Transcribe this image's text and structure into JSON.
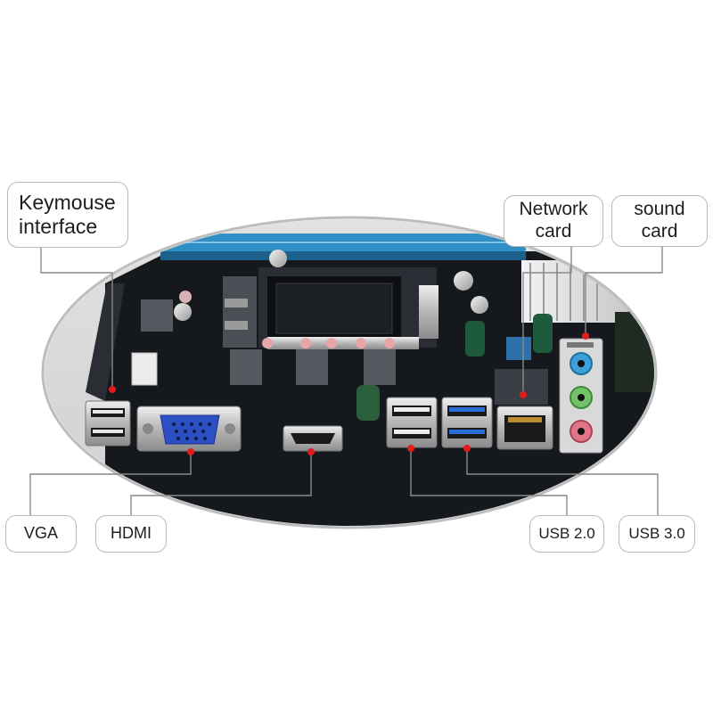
{
  "callouts": {
    "keymouse": {
      "line1": "Keymouse",
      "line2": "interface"
    },
    "network": {
      "line1": "Network",
      "line2": "card"
    },
    "sound": {
      "line1": "sound",
      "line2": "card"
    },
    "vga": "VGA",
    "hdmi": "HDMI",
    "usb2": "USB 2.0",
    "usb3": "USB 3.0"
  },
  "colors": {
    "pcb": "#15181d",
    "ram_slot": "#2f8ec4",
    "audio_blue": "#3d9fd8",
    "audio_green": "#74c26b",
    "audio_pink": "#e07588",
    "usb3_blue": "#2a6fd6",
    "vga_blue": "#2d4fc4",
    "marker_red": "#e21b1b",
    "leader_line": "#8a8a8a"
  }
}
